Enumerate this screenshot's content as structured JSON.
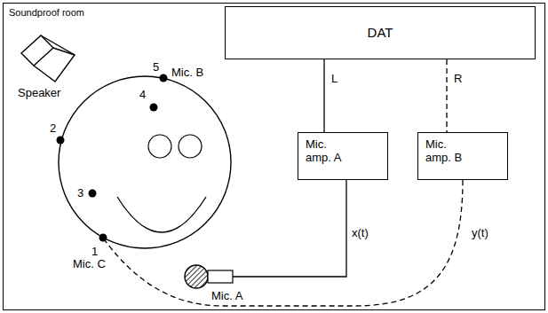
{
  "diagram": {
    "nodes": [
      {
        "text": [
          "Soundproof room"
        ]
      },
      {
        "text": [
          "DAT"
        ],
        "in": 0
      },
      {
        "text": [
          "Mic. amp. A"
        ],
        "in": 0
      },
      {
        "text": [
          "Mic. amp. B"
        ],
        "in": 0
      }
    ],
    "edges": [
      {
        "from": 1,
        "to": 2,
        "arrow": "none",
        "label": "L"
      },
      {
        "from": 1,
        "to": 3,
        "arrow": "none",
        "label": "R"
      }
    ],
    "labels": [
      "Speaker",
      "5",
      "Mic. B",
      "4",
      "2",
      "3",
      "1",
      "Mic. C",
      "Mic. A",
      "x(t)",
      "y(t)"
    ]
  }
}
